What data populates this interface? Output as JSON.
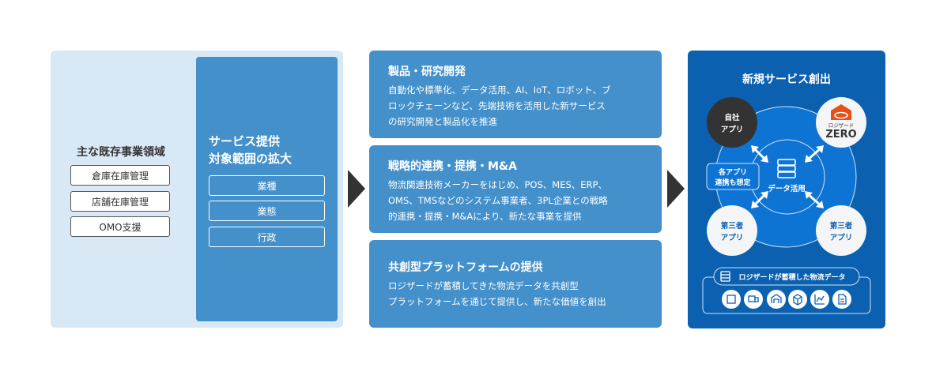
{
  "left": {
    "title": "主な既存事業領域",
    "items": [
      "倉庫在庫管理",
      "店舗在庫管理",
      "OMO支援"
    ],
    "inner": {
      "title_line1": "サービス提供",
      "title_line2": "対象範囲の拡大",
      "items": [
        "業種",
        "業態",
        "行政"
      ]
    }
  },
  "middle": [
    {
      "title": "製品・研究開発",
      "lines": [
        "自動化や標準化、データ活用、AI、IoT、ロボット、ブ",
        "ロックチェーンなど、先端技術を活用した新サービス",
        "の研究開発と製品化を推進"
      ]
    },
    {
      "title": "戦略的連携・提携・M&A",
      "lines": [
        "物流関連技術メーカーをはじめ、POS、MES、ERP、",
        "OMS、TMSなどのシステム事業者、3PL企業との戦略",
        "的連携・提携・M&Aにより、新たな事業を提供"
      ]
    },
    {
      "title": "共創型プラットフォームの提供",
      "lines": [
        "ロジザードが蓄積してきた物流データを共創型",
        "プラットフォームを通じて提供し、新たな価値を創出"
      ]
    }
  ],
  "right": {
    "title": "新規サービス創出",
    "own_app": [
      "自社",
      "アプリ"
    ],
    "logo": {
      "line1": "ロジザード",
      "line2": "ZERO"
    },
    "note": [
      "各アプリ",
      "連携も想定"
    ],
    "center": "データ活用",
    "third_left": [
      "第三者",
      "アプリ"
    ],
    "third_right": [
      "第三者",
      "アプリ"
    ],
    "data_label": "ロジザードが蓄積した物流データ",
    "icons": [
      "scan-icon",
      "truck-icon",
      "warehouse-icon",
      "box-icon",
      "chart-icon",
      "document-icon"
    ]
  },
  "colors": {
    "panel_light": "#d9e8f5",
    "box_blue": "#4390cb",
    "panel_dark": "#0b60b0",
    "circle": "#0e74d4",
    "logo_orange": "#e8501a"
  }
}
